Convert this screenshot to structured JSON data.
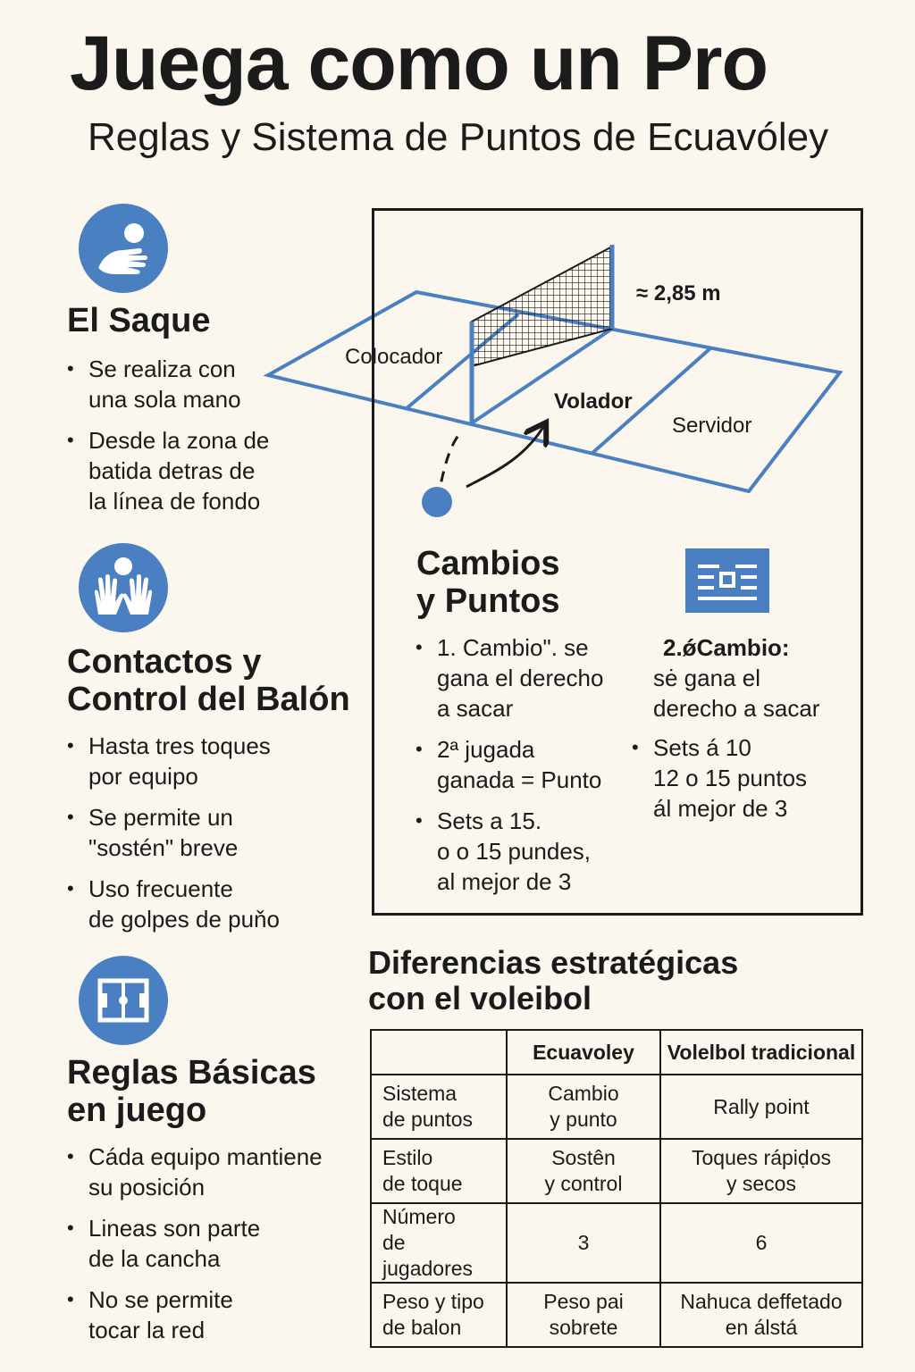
{
  "header": {
    "title": "Juega como un Pro",
    "subtitle": "Reglas y Sistema de Puntos de Ecuavóley"
  },
  "colors": {
    "accent": "#4a7fc1",
    "ink": "#1b1b1b",
    "background": "#fbf7ee"
  },
  "sections": {
    "saque": {
      "icon": "serve-hand-icon",
      "title": "El Saque",
      "bullets": [
        "Se realiza con\nuna sola mano",
        "Desde la zona de\nbatida detras de\nla línea de fondo"
      ]
    },
    "contactos": {
      "icon": "hands-ball-icon",
      "title": "Contactos y\nControl del Balón",
      "bullets": [
        "Hasta tres toques\npor equipo",
        "Se permite un\n\"sostén\" breve",
        "Uso frecuente\nde golpes de puňo"
      ]
    },
    "reglas": {
      "icon": "court-icon",
      "title": "Reglas Básicas\nen juego",
      "bullets": [
        "Cáda equipo mantiene\nsu posición",
        "Lineas son parte\nde la cancha",
        "No se permite\ntocar la red"
      ]
    }
  },
  "court": {
    "net_height": "≈ 2,85 m",
    "positions": {
      "colocador": "Colocador",
      "volador": "Volador",
      "servidor": "Servidor"
    }
  },
  "cambios": {
    "title": "Cambios\ny Puntos",
    "icon": "scoreboard-icon",
    "left_bullets": [
      "1. Cambio\". se\ngana el derecho\na sacar",
      "2ª jugada\nganada = Punto",
      "Sets a 15.\no o 15 pundes,\nal mejor de 3"
    ],
    "right_heading_num": "2.ǿ",
    "right_heading_label": "Cambio:",
    "right_text": "sė gana el\nderecho a sacar",
    "right_bullets": [
      "Sets á 10\n12 o 15 puntos\nál mejor de 3"
    ]
  },
  "diferencias": {
    "title": "Diferencias estratégicas\ncon el voleibol",
    "headers": [
      "",
      "Ecuavoley",
      "Volelbol tradicional"
    ],
    "rows": [
      [
        "Sistema\nde puntos",
        "Cambio\ny punto",
        "Rally point"
      ],
      [
        "Estilo\nde toque",
        "Sostên\ny control",
        "Toques rápiḍos\ny secos"
      ],
      [
        "Número\nde jugadores",
        "3",
        "6"
      ],
      [
        "Peso y tipo\nde balon",
        "Peso pai\nsobrete",
        "Nahuca deffetado\nen álstá"
      ]
    ]
  }
}
